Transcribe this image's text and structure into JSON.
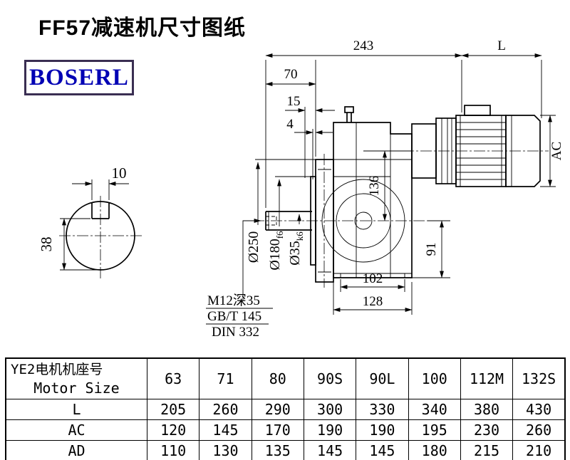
{
  "page": {
    "title": "FF57减速机尺寸图纸",
    "logo": "BOSERL",
    "logo_color": "#0000b4",
    "logo_border": "#3a2e52"
  },
  "drawing": {
    "dim_243": "243",
    "dim_L": "L",
    "dim_70": "70",
    "dim_15": "15",
    "dim_4": "4",
    "dim_AC": "AC",
    "dim_136": "136",
    "dim_91": "91",
    "dim_102": "102",
    "dim_128": "128",
    "dim_10": "10",
    "dim_38": "38",
    "dia_250": "Ø250",
    "dia_180": "Ø180",
    "dia_180_tol": "f6",
    "dia_35": "Ø35",
    "dia_35_tol": "k6",
    "note_thread": "M12深35",
    "note_gb": "GB/T 145",
    "note_din": "DIN 332"
  },
  "table": {
    "header_cn": "YE2电机机座号",
    "header_en": "Motor Size",
    "sizes": [
      "63",
      "71",
      "80",
      "90S",
      "90L",
      "100",
      "112M",
      "132S"
    ],
    "rows": [
      {
        "label": "L",
        "values": [
          "205",
          "260",
          "290",
          "300",
          "330",
          "340",
          "380",
          "430"
        ]
      },
      {
        "label": "AC",
        "values": [
          "120",
          "145",
          "170",
          "190",
          "190",
          "195",
          "230",
          "260"
        ]
      },
      {
        "label": "AD",
        "values": [
          "110",
          "130",
          "135",
          "145",
          "145",
          "180",
          "215",
          "210"
        ]
      }
    ]
  }
}
